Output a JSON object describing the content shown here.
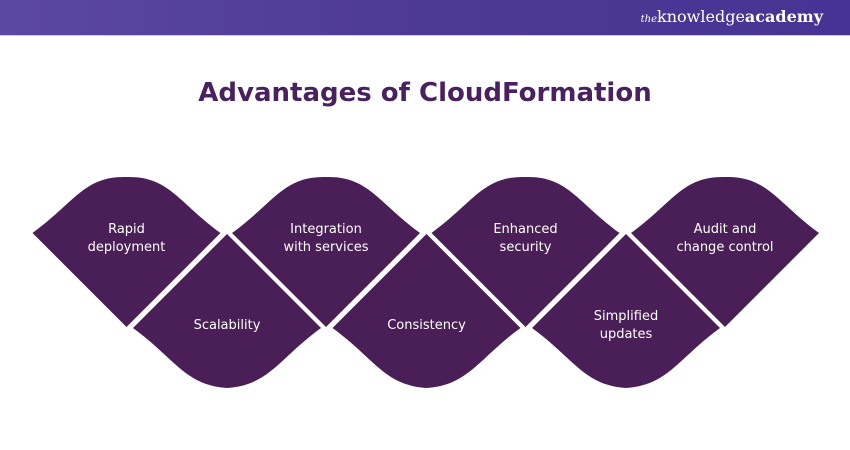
{
  "header": {
    "logo_the": "the",
    "logo_knowledge": "knowledge",
    "logo_academy": "academy",
    "bar_color": "#4d3a95"
  },
  "title": "Advantages of CloudFormation",
  "colors": {
    "shape_fill": "#4a1f57",
    "title": "#4a2160"
  },
  "advantages": {
    "top": [
      {
        "line1": "Rapid",
        "line2": "deployment"
      },
      {
        "line1": "Integration",
        "line2": "with services"
      },
      {
        "line1": "Enhanced",
        "line2": "security"
      },
      {
        "line1": "Audit and",
        "line2": "change control"
      }
    ],
    "bottom": [
      {
        "line1": "Scalability",
        "line2": ""
      },
      {
        "line1": "Consistency",
        "line2": ""
      },
      {
        "line1": "Simplified",
        "line2": "updates"
      }
    ]
  }
}
